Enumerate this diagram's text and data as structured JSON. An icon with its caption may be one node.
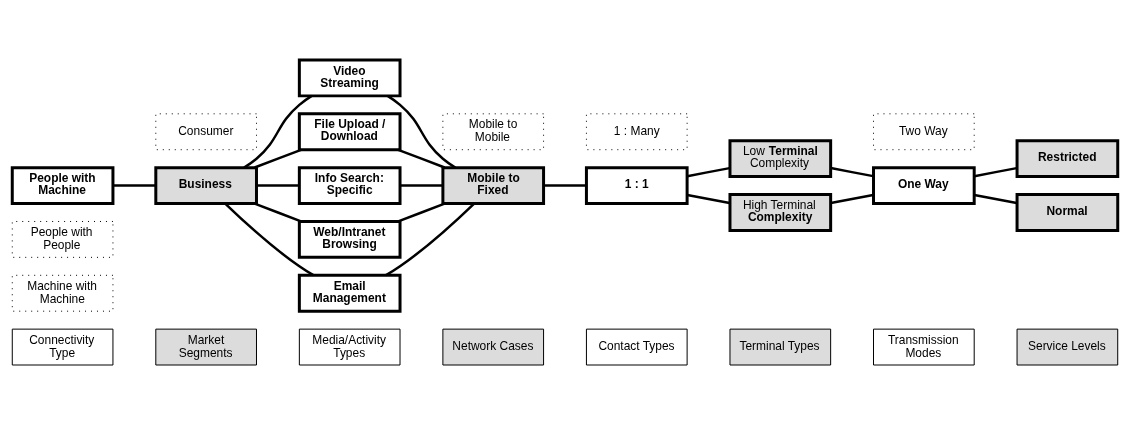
{
  "diagram": {
    "nodes": [
      {
        "text": [
          "Connectivity Type"
        ]
      },
      {
        "text": [
          "Market Segments"
        ]
      },
      {
        "text": [
          "Media/Activity Types"
        ]
      },
      {
        "text": [
          "Network Cases"
        ]
      },
      {
        "text": [
          "Contact Types"
        ]
      },
      {
        "text": [
          "Terminal Types"
        ]
      },
      {
        "text": [
          "Transmission Modes"
        ]
      },
      {
        "text": [
          "Service Levels"
        ]
      },
      {
        "text": [
          "Machine with Machine"
        ]
      },
      {
        "text": [
          "People with People"
        ]
      },
      {
        "text": [
          "People with Machine"
        ]
      },
      {
        "text": [
          "Consumer"
        ]
      },
      {
        "text": [
          "Business"
        ]
      },
      {
        "text": [
          "Video Streaming"
        ]
      },
      {
        "text": [
          "File Upload / Download"
        ]
      },
      {
        "text": [
          "Info Search: Specific"
        ]
      },
      {
        "text": [
          "Web/Intranet Browsing"
        ]
      },
      {
        "text": [
          "Email Management"
        ]
      },
      {
        "text": [
          "Mobile to Mobile"
        ]
      },
      {
        "text": [
          "Mobile to Fixed"
        ]
      },
      {
        "text": [
          "1 : 1"
        ]
      },
      {
        "text": [
          "1 : Many"
        ]
      },
      {
        "text": [
          "Low **Terminal** Complexity"
        ]
      },
      {
        "text": [
          "High Terminal **Complexity**"
        ]
      },
      {
        "text": [
          "One Way"
        ]
      },
      {
        "text": [
          "Two Way"
        ]
      },
      {
        "text": [
          "Restricted"
        ]
      },
      {
        "text": [
          "Normal"
        ]
      }
    ],
    "edges": [
      {
        "from": 10,
        "to": 12,
        "arrow": "none"
      },
      {
        "from": 12,
        "to": 13,
        "arrow": "none"
      },
      {
        "from": 12,
        "to": 14,
        "arrow": "none"
      },
      {
        "from": 12,
        "to": 15,
        "arrow": "none"
      },
      {
        "from": 12,
        "to": 16,
        "arrow": "none"
      },
      {
        "from": 12,
        "to": 17,
        "arrow": "none"
      },
      {
        "from": 13,
        "to": 19,
        "arrow": "none"
      },
      {
        "from": 14,
        "to": 19,
        "arrow": "none"
      },
      {
        "from": 15,
        "to": 19,
        "arrow": "none"
      },
      {
        "from": 16,
        "to": 19,
        "arrow": "none"
      },
      {
        "from": 17,
        "to": 19,
        "arrow": "none"
      },
      {
        "from": 19,
        "to": 20,
        "arrow": "none"
      },
      {
        "from": 20,
        "to": 22,
        "arrow": "none"
      },
      {
        "from": 20,
        "to": 23,
        "arrow": "none"
      },
      {
        "from": 22,
        "to": 24,
        "arrow": "none"
      },
      {
        "from": 23,
        "to": 24,
        "arrow": "none"
      },
      {
        "from": 24,
        "to": 26,
        "arrow": "none"
      },
      {
        "from": 24,
        "to": 27,
        "arrow": "none"
      }
    ]
  }
}
